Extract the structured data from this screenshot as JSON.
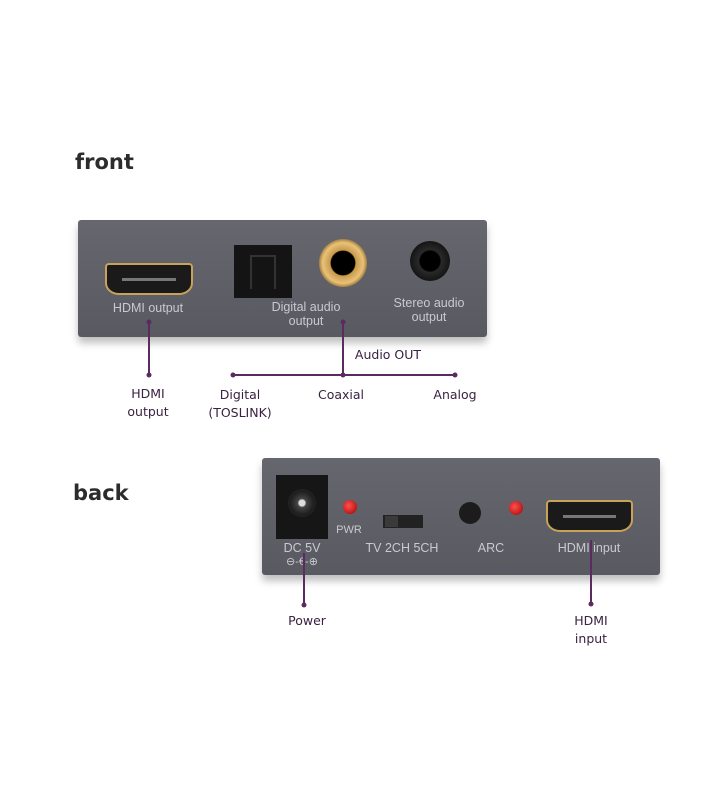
{
  "sections": {
    "front": "front",
    "back": "back"
  },
  "front_device": {
    "hdmi_label": "HDMI output",
    "digital_audio_label": [
      "Digital audio",
      "output"
    ],
    "stereo_audio_label": [
      "Stereo audio",
      "output"
    ]
  },
  "front_callouts": {
    "hdmi": [
      "HDMI",
      "output"
    ],
    "audio_out": "Audio OUT",
    "digital": [
      "Digital",
      "(TOSLINK)"
    ],
    "coaxial": "Coaxial",
    "analog": "Analog"
  },
  "back_device": {
    "pwr": "PWR",
    "dc": "DC 5V",
    "polarity": "⊖-€-⊕",
    "switch_label": "TV 2CH 5CH",
    "arc": "ARC",
    "hdmi_label": "HDMI input"
  },
  "back_callouts": {
    "power": "Power",
    "hdmi": [
      "HDMI",
      "input"
    ]
  }
}
